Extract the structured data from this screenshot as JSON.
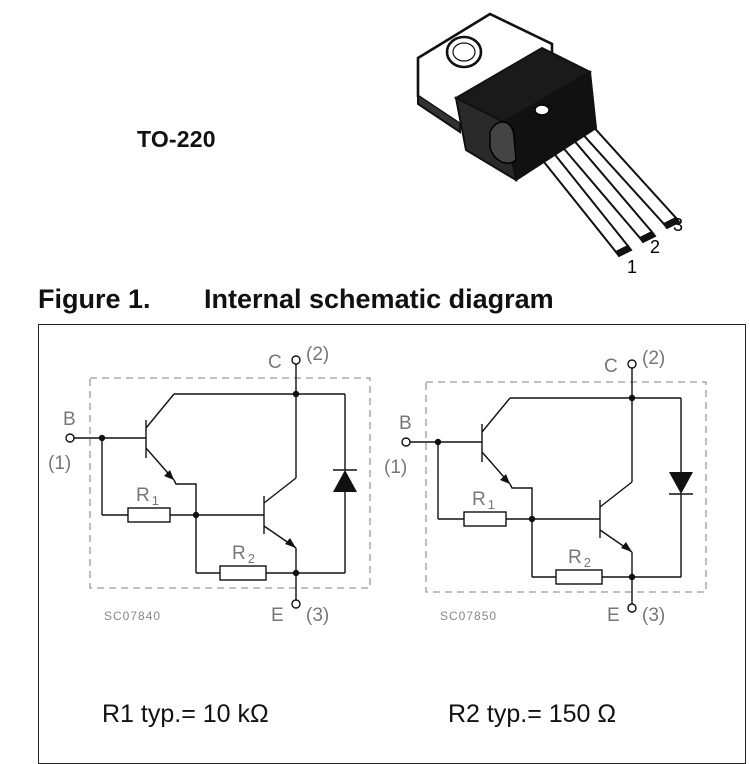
{
  "package": {
    "label": "TO-220",
    "pins": [
      "1",
      "2",
      "3"
    ]
  },
  "figure": {
    "number": "Figure 1.",
    "title": "Internal schematic diagram"
  },
  "schematics": [
    {
      "code": "SC07840",
      "terminals": {
        "base": "B",
        "base_pin": "(1)",
        "collector": "C",
        "collector_pin": "(2)",
        "emitter": "E",
        "emitter_pin": "(3)"
      },
      "resistors": {
        "r1_name": "R",
        "r1_sub": "1",
        "r2_name": "R",
        "r2_sub": "2"
      }
    },
    {
      "code": "SC07850",
      "terminals": {
        "base": "B",
        "base_pin": "(1)",
        "collector": "C",
        "collector_pin": "(2)",
        "emitter": "E",
        "emitter_pin": "(3)"
      },
      "resistors": {
        "r1_name": "R",
        "r1_sub": "1",
        "r2_name": "R",
        "r2_sub": "2"
      }
    }
  ],
  "notes": {
    "r1": "R1 typ.= 10 kΩ",
    "r2": "R2 typ.= 150 Ω"
  },
  "colors": {
    "ink": "#111111",
    "package_body": "#1a1a1a",
    "dashed_box": "#9a9a9a"
  }
}
